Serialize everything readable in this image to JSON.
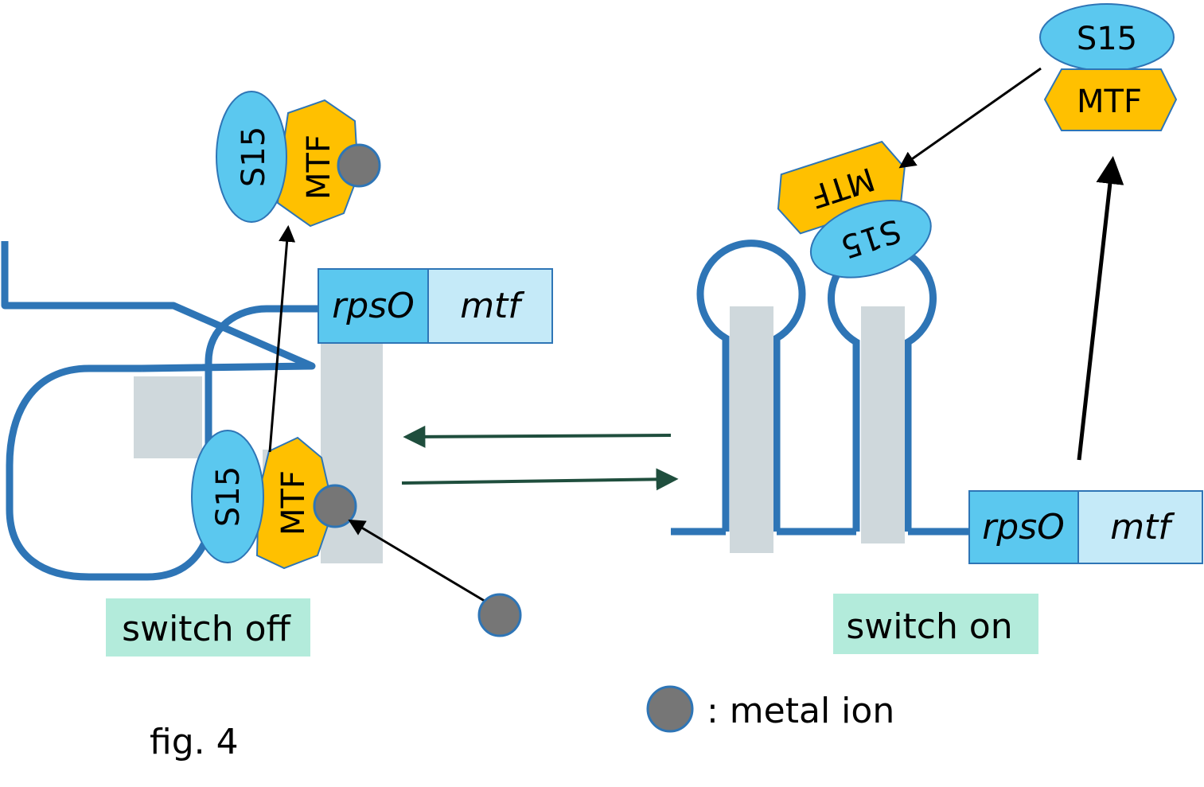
{
  "figure_label": "fig. 4",
  "states": {
    "off": "switch off",
    "on": "switch on"
  },
  "genes": {
    "first": "rpsO",
    "second": "mtf"
  },
  "proteins": {
    "s15": "S15",
    "mtf": "MTF"
  },
  "legend": {
    "text": ": metal ion"
  },
  "colors": {
    "rna_strand": "#2e75b6",
    "s15": "#5bc8ef",
    "mtf": "#ffc000",
    "metal_ion": "#767676",
    "stem_block": "#cfd8dc",
    "gene_rpsO": "#5bc8ef",
    "gene_mtf": "#c5eaf8",
    "state_label_bg": "#b3ebdb",
    "equilibrium_arrow": "#1f4e3d"
  }
}
